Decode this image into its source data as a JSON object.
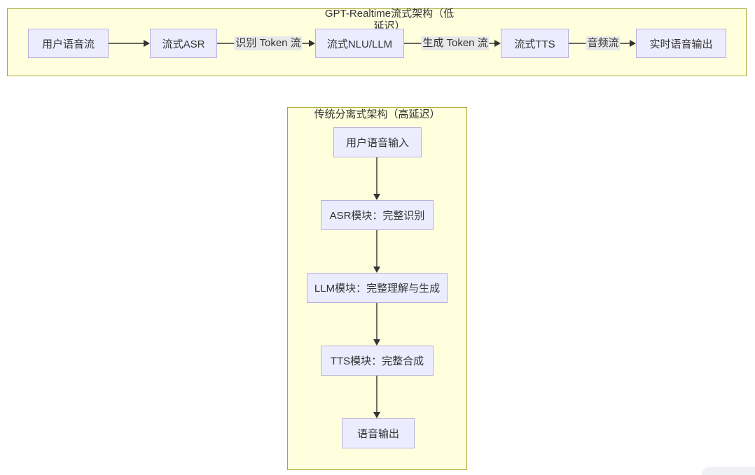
{
  "streaming": {
    "title_line1": "GPT-Realtime流式架构（低",
    "title_line2": "延迟）",
    "nodes": [
      {
        "label": "用户语音流"
      },
      {
        "label": "流式ASR"
      },
      {
        "label": "流式NLU/LLM"
      },
      {
        "label": "流式TTS"
      },
      {
        "label": "实时语音输出"
      }
    ],
    "edges": [
      {
        "from": "用户语音流",
        "to": "流式ASR",
        "label": ""
      },
      {
        "from": "流式ASR",
        "to": "流式NLU/LLM",
        "label": "识别 Token 流"
      },
      {
        "from": "流式NLU/LLM",
        "to": "流式TTS",
        "label": "生成 Token 流"
      },
      {
        "from": "流式TTS",
        "to": "实时语音输出",
        "label": "音频流"
      }
    ]
  },
  "traditional": {
    "title": "传统分离式架构（高延迟）",
    "nodes": [
      {
        "label": "用户语音输入"
      },
      {
        "label": "ASR模块：完整识别"
      },
      {
        "label": "LLM模块：完整理解与生成"
      },
      {
        "label": "TTS模块：完整合成"
      },
      {
        "label": "语音输出"
      }
    ],
    "edges": [
      {
        "from": "用户语音输入",
        "to": "ASR模块：完整识别",
        "label": ""
      },
      {
        "from": "ASR模块：完整识别",
        "to": "LLM模块：完整理解与生成",
        "label": ""
      },
      {
        "from": "LLM模块：完整理解与生成",
        "to": "TTS模块：完整合成",
        "label": ""
      },
      {
        "from": "TTS模块：完整合成",
        "to": "语音输出",
        "label": ""
      }
    ]
  },
  "colors": {
    "cluster_fill": "#ffffde",
    "cluster_border": "#aaaa33",
    "node_fill": "#ececff",
    "node_border": "#baaede",
    "edge_stroke": "#333333",
    "edge_label_bg": "#e8e8e8",
    "text": "#333333",
    "corner_overlay": "#f0f1f5"
  }
}
